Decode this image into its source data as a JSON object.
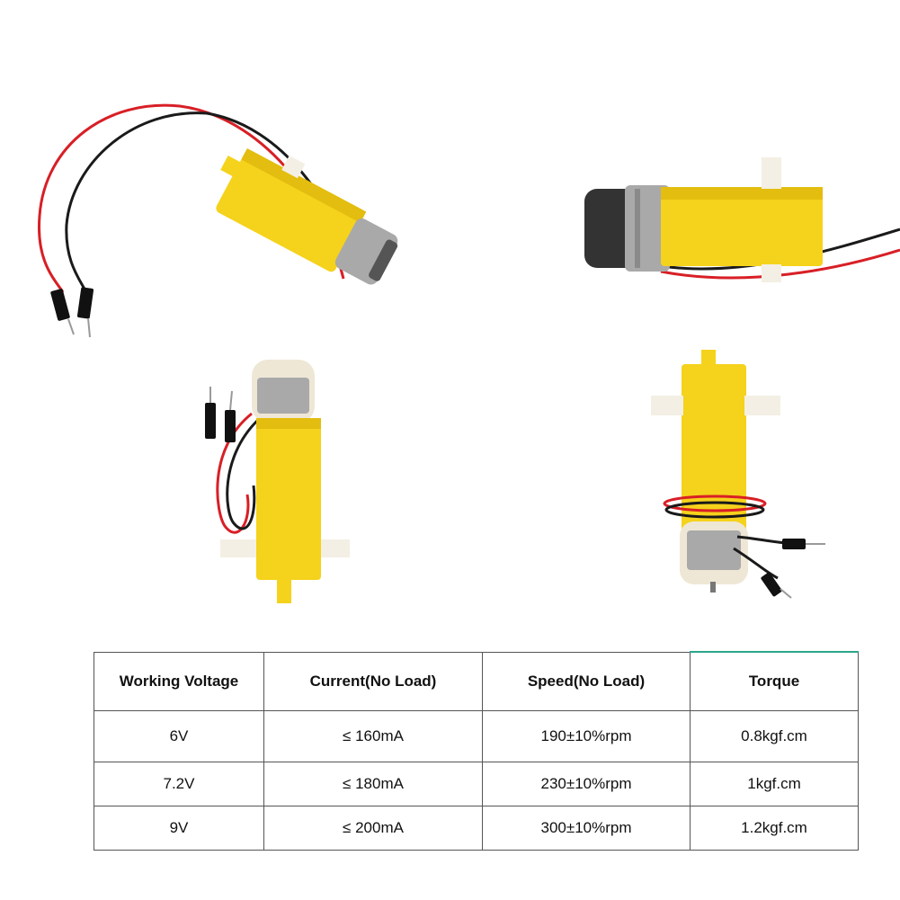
{
  "specs": {
    "headers": [
      "Working Voltage",
      "Current(No Load)",
      "Speed(No Load)",
      "Torque"
    ],
    "rows": [
      [
        "6V",
        "≤ 160mA",
        "190±10%rpm",
        "0.8kgf.cm"
      ],
      [
        "7.2V",
        "≤ 180mA",
        "230±10%rpm",
        "1kgf.cm"
      ],
      [
        "9V",
        "≤ 200mA",
        "300±10%rpm",
        "1.2kgf.cm"
      ]
    ]
  },
  "colors": {
    "gearbox_yellow": "#f5d21c",
    "motor_metal": "#a9a9a9",
    "wire_red": "#d81f26",
    "wire_black": "#1a1a1a",
    "shaft_white": "#f4efe4",
    "table_border": "#555555",
    "accent_teal": "#2aa58a"
  }
}
